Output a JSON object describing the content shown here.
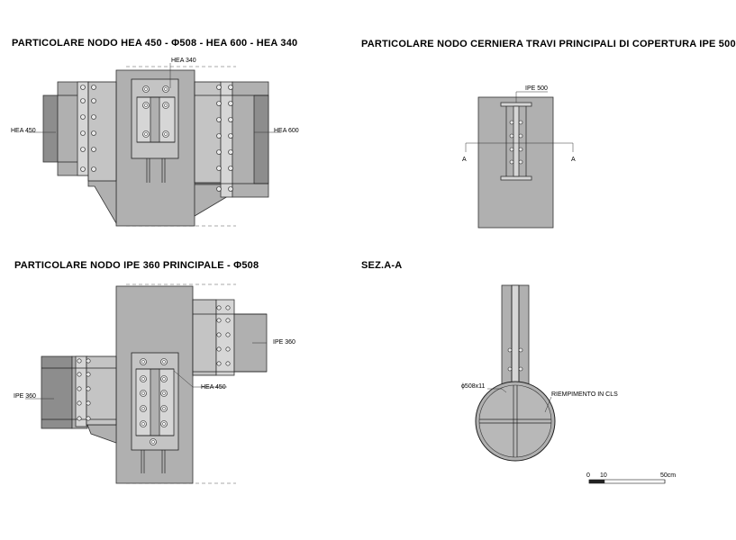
{
  "titles": {
    "t1": "PARTICOLARE NODO HEA 450 - Φ508 - HEA 600 - HEA 340",
    "t2": "PARTICOLARE NODO CERNIERA TRAVI PRINCIPALI DI COPERTURA IPE 500",
    "t3": "PARTICOLARE NODO IPE 360 PRINCIPALE - Φ508",
    "t4": "SEZ.A-A"
  },
  "labels": {
    "hea340": "HEA 340",
    "hea450_a": "HEA 450",
    "hea600": "HEA 600",
    "ipe500": "IPE 500",
    "sec_a_left": "A",
    "sec_a_right": "A",
    "ipe360_right": "IPE 360",
    "ipe360_left": "IPE 360",
    "hea450_b": "HEA 450",
    "phi508": "ϕ508x11",
    "riempimento": "RIEMPIMENTO IN CLS"
  },
  "scale_bar": {
    "ticks": [
      "0",
      "10",
      "50cm"
    ]
  }
}
